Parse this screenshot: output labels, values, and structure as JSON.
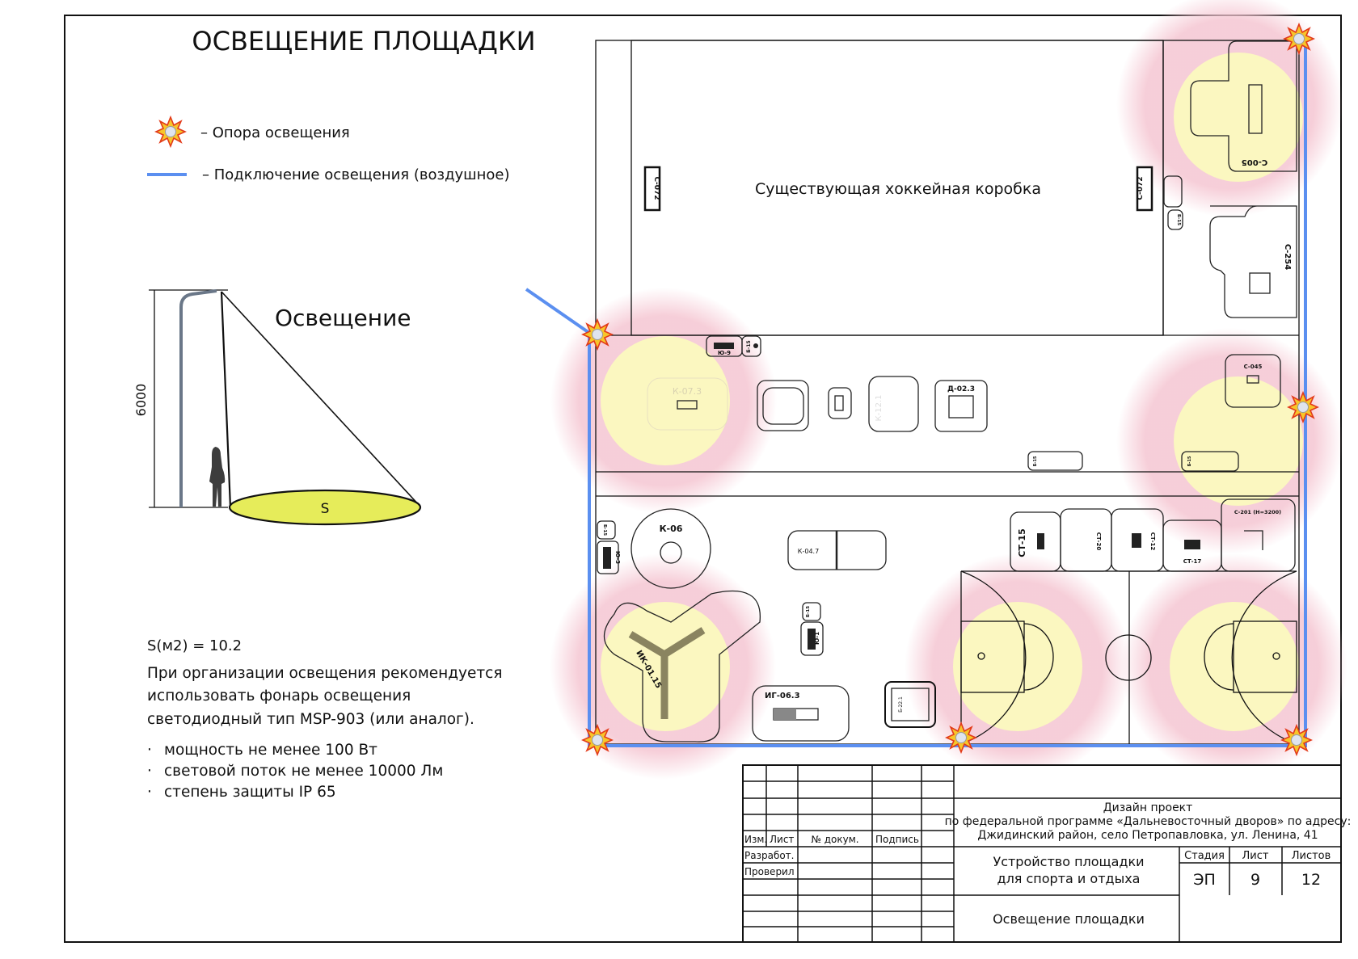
{
  "title": "ОСВЕЩЕНИЕ ПЛОЩАДКИ",
  "legend": {
    "pole_label": "– Опора освещения",
    "line_label": "– Подключение освещения (воздушное)"
  },
  "lamp_diagram": {
    "label": "Освещение",
    "height": "6000",
    "area_label": "S"
  },
  "notes": {
    "area": "S(м2) = 10.2",
    "text_lines": [
      "При организации освещения рекомендуется",
      "использовать фонарь освещения",
      "светодиодный тип MSP-903 (или аналог)."
    ],
    "bullets": [
      "мощность не менее 100 Вт",
      "световой поток не менее 10000 Лм",
      "степень защиты IP 65"
    ]
  },
  "plan": {
    "hockey_label": "Существующая хоккейная коробка",
    "equipment": {
      "c072": "С-072",
      "yu9": "Ю-9",
      "b15": "Б-15",
      "k073": "К-07.3",
      "d023": "Д-02.3",
      "k121": "К-12.1",
      "k06": "К-06",
      "k047": "К-04.7",
      "ik0115": "ИК-01.15",
      "ig063": "ИГ-06.3",
      "b221": "Б-22.1",
      "yu1": "Ю-1",
      "yu3": "Ю-3",
      "st15": "СТ-15",
      "st20": "СТ-20",
      "st12": "СТ-12",
      "st17": "СТ-17",
      "c201": "С-201 (Н=3200)",
      "c005": "С-005",
      "c254": "С-254",
      "c045": "С-045"
    }
  },
  "title_block": {
    "headers": [
      "Изм.",
      "Лист",
      "№ докум.",
      "Подпись"
    ],
    "developed": "Разработ.",
    "checked": "Проверил",
    "project_lines": [
      "Дизайн проект",
      "по федеральной программе «Дальневосточный дворов» по адресу:",
      "Джидинский район, село Петропавловка, ул. Ленина, 41"
    ],
    "object_lines": [
      "Устройство площадки",
      "для спорта и отдыха"
    ],
    "stage_label": "Стадия",
    "sheet_label": "Лист",
    "sheets_label": "Листов",
    "stage": "ЭП",
    "sheet": "9",
    "sheets": "12",
    "drawing_name": "Освещение площадки"
  },
  "colors": {
    "connection_line": "#5b8ff0",
    "light_zone_outer": "#f5c6d2",
    "light_zone_inner": "#fbf7c0",
    "lamp_area": "#e6ec5a"
  }
}
